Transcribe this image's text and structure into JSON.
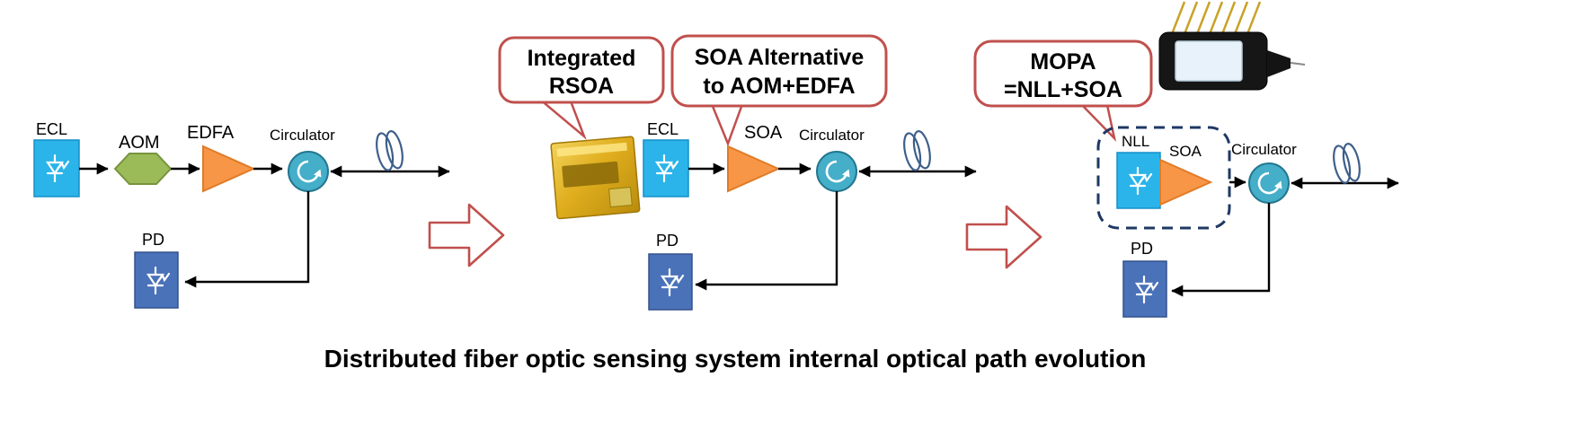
{
  "caption": "Distributed fiber optic sensing system internal optical path evolution",
  "colors": {
    "ecl": "#2ab4e9",
    "pd": "#4a72b9",
    "aom": "#9bbb59",
    "soa": "#f79646",
    "circulator": "#45aec9",
    "bubble_border": "#c0504d",
    "dashed_box": "#1f3864",
    "fiber": "#3e5f8a",
    "line": "#000000"
  },
  "stage1": {
    "ecl": "ECL",
    "aom": "AOM",
    "edfa": "EDFA",
    "circulator": "Circulator",
    "pd": "PD"
  },
  "stage2": {
    "bubble_rsoa": {
      "line1": "Integrated",
      "line2": "RSOA"
    },
    "bubble_soa": {
      "line1": "SOA Alternative",
      "line2": "to AOM+EDFA"
    },
    "ecl": "ECL",
    "soa": "SOA",
    "circulator": "Circulator",
    "pd": "PD"
  },
  "stage3": {
    "bubble_mopa": {
      "line1": "MOPA",
      "line2": "=NLL+SOA"
    },
    "nll": "NLL",
    "soa": "SOA",
    "circulator": "Circulator",
    "pd": "PD"
  }
}
